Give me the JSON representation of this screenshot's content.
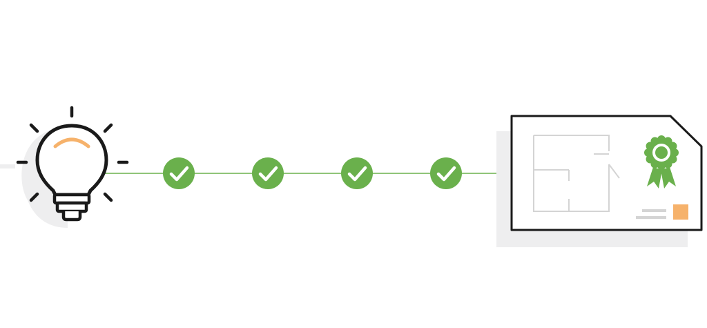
{
  "diagram": {
    "steps": [
      {
        "status": "complete",
        "icon": "checkmark-icon"
      },
      {
        "status": "complete",
        "icon": "checkmark-icon"
      },
      {
        "status": "complete",
        "icon": "checkmark-icon"
      },
      {
        "status": "complete",
        "icon": "checkmark-icon"
      }
    ],
    "start_icon": "lightbulb-icon",
    "end_icon": "certificate-floor-plan-icon",
    "colors": {
      "connector": "#6ab04c",
      "check_fill": "#6ab04c",
      "check_mark": "#ffffff",
      "outline": "#1a1a1a",
      "bulb_glow": "#f6b26b",
      "shadow": "#eeeeef",
      "plan_lines": "#d4d4d4",
      "ribbon": "#6ab04c",
      "stamp": "#f6b26b"
    }
  }
}
